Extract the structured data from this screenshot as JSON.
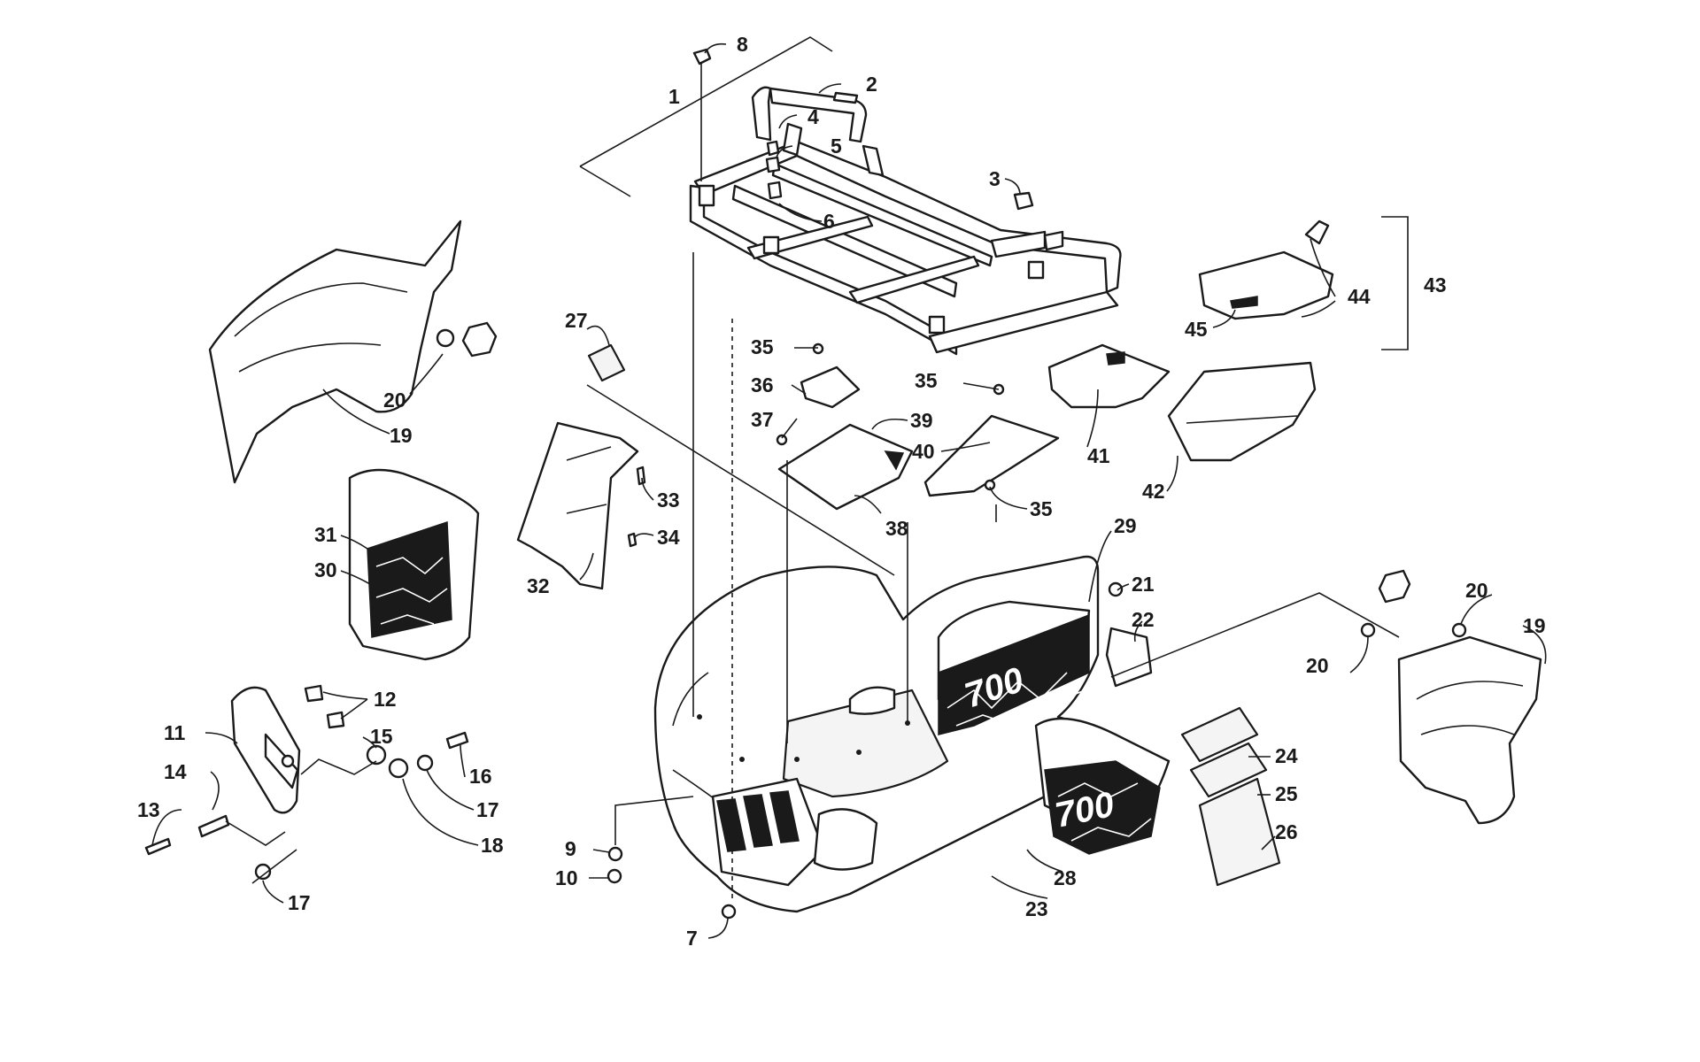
{
  "callouts": [
    {
      "id": "c1",
      "label": "1"
    },
    {
      "id": "c2",
      "label": "2"
    },
    {
      "id": "c3",
      "label": "3"
    },
    {
      "id": "c4",
      "label": "4"
    },
    {
      "id": "c5",
      "label": "5"
    },
    {
      "id": "c6",
      "label": "6"
    },
    {
      "id": "c7",
      "label": "7"
    },
    {
      "id": "c8",
      "label": "8"
    },
    {
      "id": "c9",
      "label": "9"
    },
    {
      "id": "c10",
      "label": "10"
    },
    {
      "id": "c11",
      "label": "11"
    },
    {
      "id": "c12",
      "label": "12"
    },
    {
      "id": "c13",
      "label": "13"
    },
    {
      "id": "c14",
      "label": "14"
    },
    {
      "id": "c15",
      "label": "15"
    },
    {
      "id": "c16",
      "label": "16"
    },
    {
      "id": "c17a",
      "label": "17"
    },
    {
      "id": "c17b",
      "label": "17"
    },
    {
      "id": "c18",
      "label": "18"
    },
    {
      "id": "c19a",
      "label": "19"
    },
    {
      "id": "c19b",
      "label": "19"
    },
    {
      "id": "c20a",
      "label": "20"
    },
    {
      "id": "c20b",
      "label": "20"
    },
    {
      "id": "c20c",
      "label": "20"
    },
    {
      "id": "c21",
      "label": "21"
    },
    {
      "id": "c22",
      "label": "22"
    },
    {
      "id": "c23",
      "label": "23"
    },
    {
      "id": "c24",
      "label": "24"
    },
    {
      "id": "c25",
      "label": "25"
    },
    {
      "id": "c26",
      "label": "26"
    },
    {
      "id": "c27",
      "label": "27"
    },
    {
      "id": "c28",
      "label": "28"
    },
    {
      "id": "c29",
      "label": "29"
    },
    {
      "id": "c30",
      "label": "30"
    },
    {
      "id": "c31",
      "label": "31"
    },
    {
      "id": "c32",
      "label": "32"
    },
    {
      "id": "c33",
      "label": "33"
    },
    {
      "id": "c34",
      "label": "34"
    },
    {
      "id": "c35a",
      "label": "35"
    },
    {
      "id": "c35b",
      "label": "35"
    },
    {
      "id": "c35c",
      "label": "35"
    },
    {
      "id": "c36",
      "label": "36"
    },
    {
      "id": "c37",
      "label": "37"
    },
    {
      "id": "c38",
      "label": "38"
    },
    {
      "id": "c39",
      "label": "39"
    },
    {
      "id": "c40",
      "label": "40"
    },
    {
      "id": "c41",
      "label": "41"
    },
    {
      "id": "c42",
      "label": "42"
    },
    {
      "id": "c43",
      "label": "43"
    },
    {
      "id": "c44",
      "label": "44"
    },
    {
      "id": "c45",
      "label": "45"
    }
  ],
  "colors": {
    "line": "#1a1a1a",
    "background": "#ffffff"
  },
  "decal_text": {
    "side_logo": "700",
    "hood_logo": "700"
  }
}
